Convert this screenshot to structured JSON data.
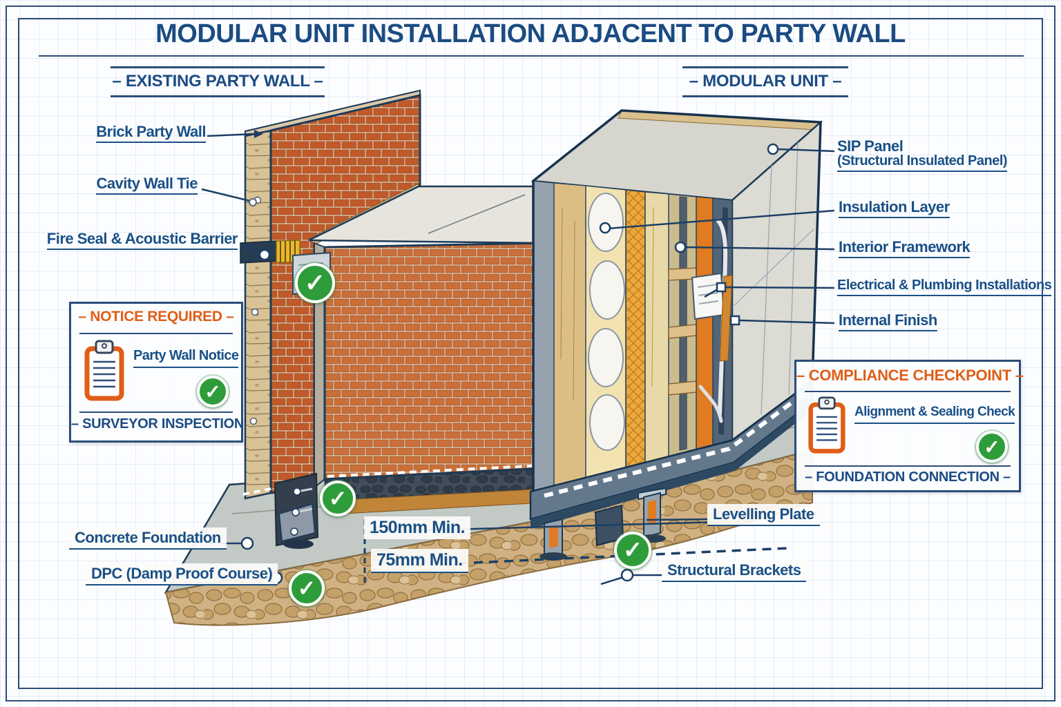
{
  "title": "MODULAR UNIT INSTALLATION ADJACENT TO PARTY WALL",
  "sections": {
    "existing_party_wall": "– EXISTING PARTY WALL –",
    "modular_unit": "– MODULAR UNIT –"
  },
  "wall_labels": {
    "brick_party_wall": "Brick Party Wall",
    "cavity_wall_tie": "Cavity Wall Tie",
    "fire_seal": "Fire Seal & Acoustic Barrier"
  },
  "unit_labels": {
    "sip_panel": "SIP Panel",
    "sip_panel_sub": "(Structural Insulated Panel)",
    "insulation_layer": "Insulation Layer",
    "interior_framework": "Interior Framework",
    "electrical_plumbing": "Electrical & Plumbing Installations",
    "internal_finish": "Internal Finish"
  },
  "notice_box": {
    "header": "– NOTICE REQUIRED –",
    "item": "Party Wall Notice",
    "footer": "– SURVEYOR INSPECTION"
  },
  "compliance_box": {
    "header": "– COMPLIANCE CHECKPOINT –",
    "item": "Alignment & Sealing Check",
    "footer": "– FOUNDATION CONNECTION –"
  },
  "foundation_labels": {
    "concrete_foundation": "Concrete Foundation",
    "dpc": "DPC (Damp Proof Course)",
    "levelling_plate": "Levelling Plate",
    "structural_brackets": "Structural Brackets"
  },
  "dimensions": {
    "dim_150": "150mm Min.",
    "dim_75": "75mm Min."
  },
  "icons": {
    "check_glyph": "✓",
    "clipboard": "clipboard-icon"
  },
  "colors": {
    "blueprint_navy": "#1c3f66",
    "label_blue": "#1a5086",
    "accent_orange": "#e05e17",
    "check_green": "#2e9c3a",
    "brick": "#c05a2b",
    "timber": "#dcbe85",
    "stud_orange": "#e07b22",
    "sip_gray": "#dbdad3"
  }
}
